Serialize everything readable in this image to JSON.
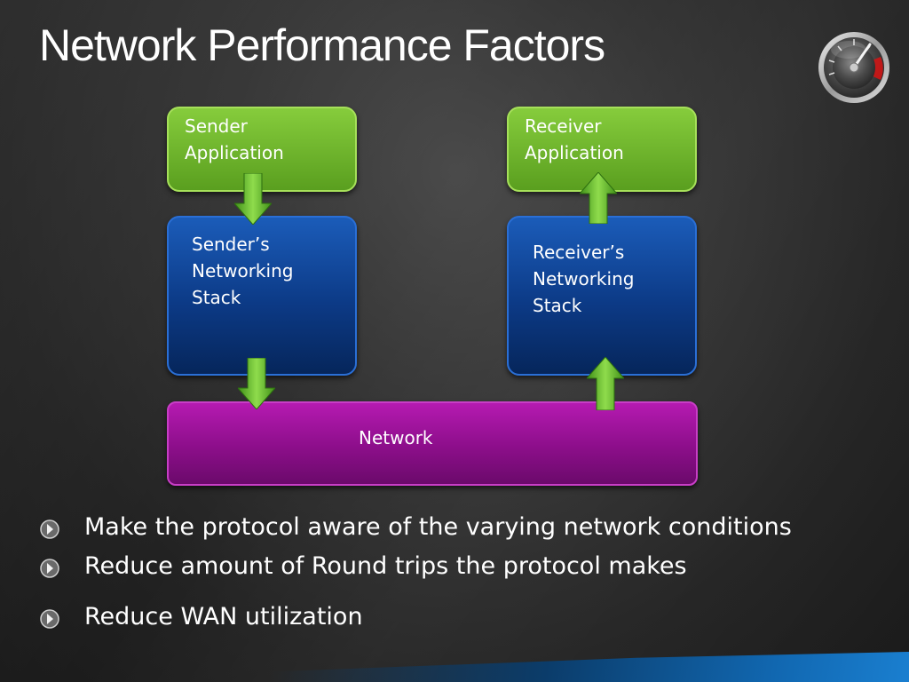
{
  "slide": {
    "title": "Network Performance Factors"
  },
  "diagram": {
    "sender_app": "Sender\nApplication",
    "receiver_app": "Receiver\nApplication",
    "sender_stack": "Sender’s\nNetworking\nStack",
    "receiver_stack": "Receiver’s\nNetworking\nStack",
    "network": "Network"
  },
  "bullets": [
    "Make the protocol aware of the varying network conditions",
    "Reduce amount of Round trips the protocol makes",
    "Reduce WAN utilization"
  ],
  "colors": {
    "application_box": "#6fb52c",
    "stack_box": "#0c3a86",
    "network_box": "#8c0e8a",
    "arrow": "#5cb82a"
  },
  "icons": {
    "top_right": "speedometer-gauge-icon",
    "bullet": "chevron-bullet-icon"
  }
}
